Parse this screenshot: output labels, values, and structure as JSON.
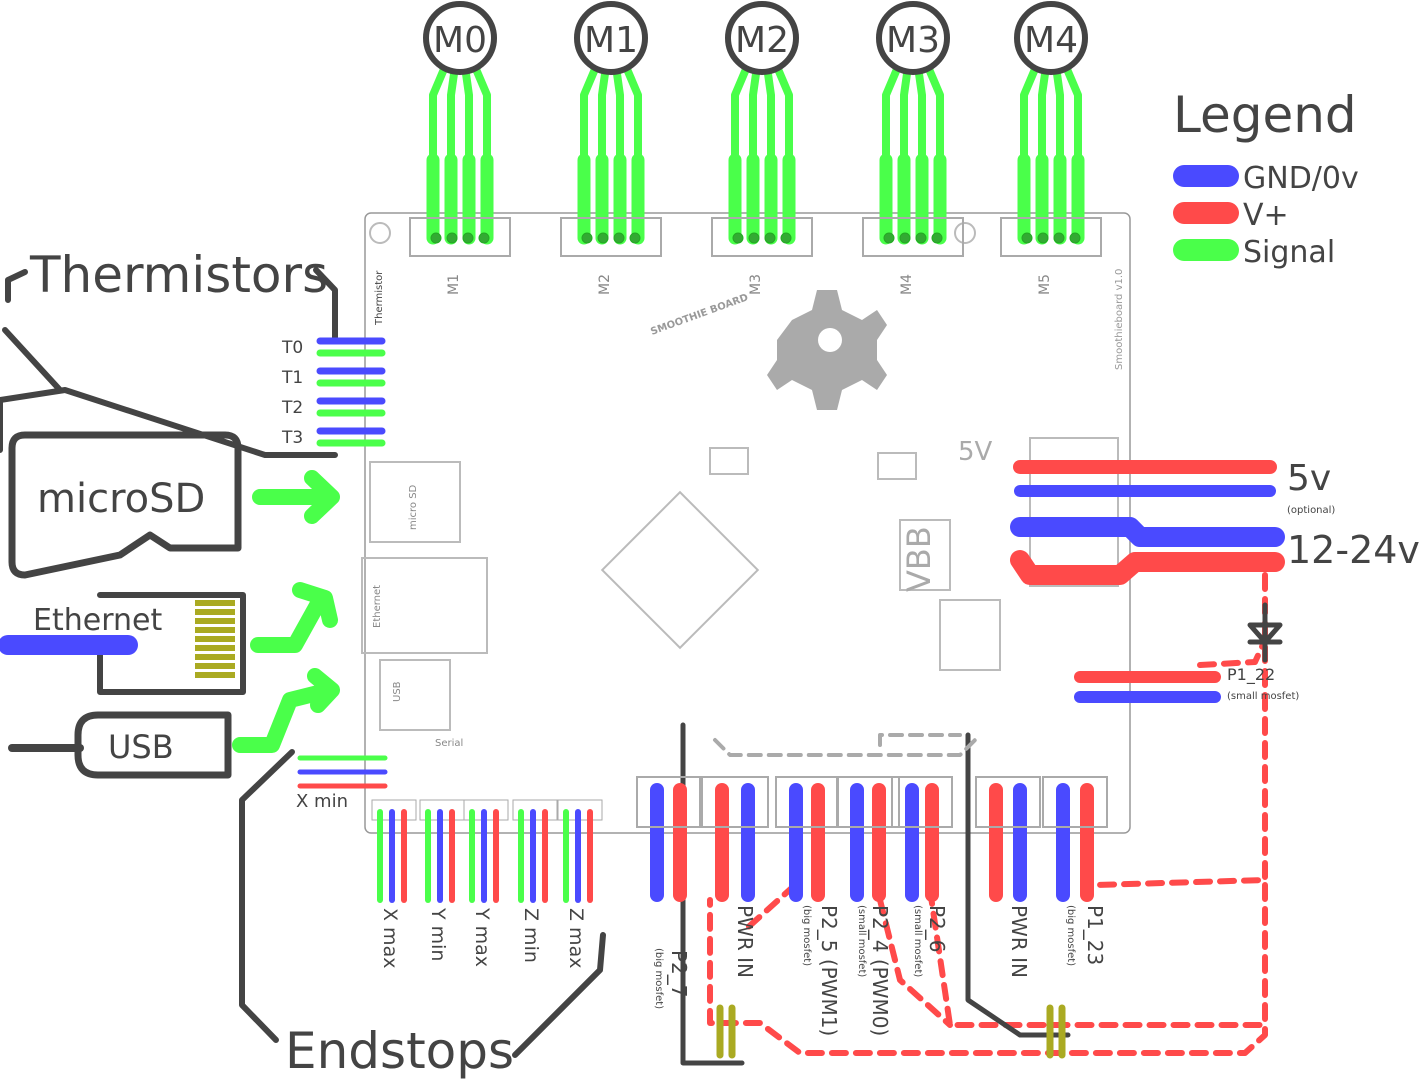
{
  "motors": [
    "M0",
    "M1",
    "M2",
    "M3",
    "M4"
  ],
  "board_motor_labels": [
    "M1",
    "M2",
    "M3",
    "M4",
    "M5"
  ],
  "legend": {
    "title": "Legend",
    "items": [
      {
        "label": "GND/0v",
        "color": "#4a4aff"
      },
      {
        "label": "V+",
        "color": "#ff4a4a"
      },
      {
        "label": "Signal",
        "color": "#4aff4a"
      }
    ]
  },
  "left": {
    "thermistors": "Thermistors",
    "thermistor_labels": [
      "T0",
      "T1",
      "T2",
      "T3"
    ],
    "microsd": "microSD",
    "ethernet": "Ethernet",
    "usb": "USB",
    "xmin": "X min",
    "endstops": "Endstops"
  },
  "endstop_labels": [
    "X max",
    "Y min",
    "Y max",
    "Z min",
    "Z max"
  ],
  "outputs": [
    {
      "label": "P2_7",
      "note": "(big mosfet)"
    },
    {
      "label": "PWR IN",
      "note": ""
    },
    {
      "label": "P2_5 (PWM1)",
      "note": "(big mosfet)"
    },
    {
      "label": "P2_4 (PWM0)",
      "note": "(small mosfet)"
    },
    {
      "label": "P2_6",
      "note": "(small mosfet)"
    },
    {
      "label": "PWR IN",
      "note": ""
    },
    {
      "label": "P1_23",
      "note": "(big mosfet)"
    }
  ],
  "right": {
    "v5": "5v",
    "v5_note": "(optional)",
    "vmain": "12-24v",
    "p1_22": "P1_22",
    "p1_22_note": "(small mosfet)"
  },
  "board": {
    "thermistor": "Thermistor",
    "name": "Smoothieboard v1.0",
    "logo": "SMOOTHIE BOARD",
    "microsd": "micro SD",
    "ethernet": "Ethernet",
    "usb": "USB",
    "serial": "Serial",
    "vbb": "VBB",
    "v5": "5V"
  },
  "colors": {
    "gnd": "#4a4aff",
    "vplus": "#ff4a4a",
    "signal": "#4aff4a",
    "outline": "#444444",
    "pcb": "#bbbbbb"
  }
}
